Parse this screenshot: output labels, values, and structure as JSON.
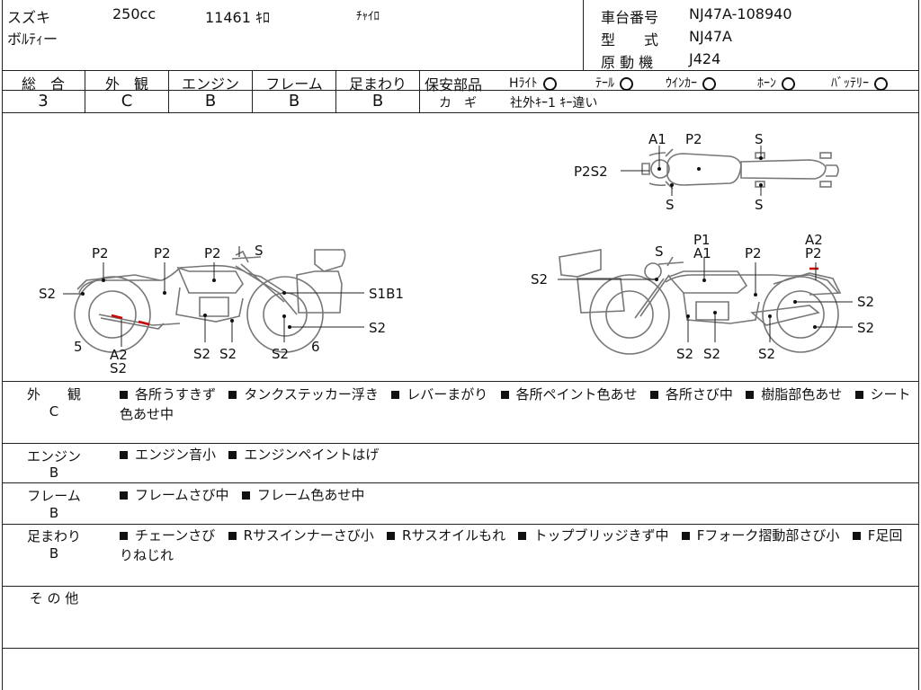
{
  "header": {
    "maker": "スズキ",
    "displacement": "250cc",
    "mileage": "11461 ｷﾛ",
    "color": "ﾁｬｲﾛ",
    "model_name": "ボﾙﾃｨー",
    "frame_no_label": "車台番号",
    "frame_no": "NJ47A-108940",
    "type_label": "型　　式",
    "type": "NJ47A",
    "engine_label": "原 動 機",
    "engine": "J424"
  },
  "grades": {
    "headers": [
      "総　合",
      "外　観",
      "エンジン",
      "フレーム",
      "足まわり"
    ],
    "values": [
      "3",
      "C",
      "B",
      "B",
      "B"
    ]
  },
  "safety": {
    "label": "保安部品",
    "items": [
      {
        "name": "Hﾗｲﾄ",
        "status": "circle"
      },
      {
        "name": "ﾃｰﾙ",
        "status": "circle"
      },
      {
        "name": "ｳｲﾝｶｰ",
        "status": "circle"
      },
      {
        "name": "ﾎｰﾝ",
        "status": "circle"
      },
      {
        "name": "ﾊﾞｯﾃﾘｰ",
        "status": "circle"
      }
    ],
    "key_label": "カ　ギ",
    "key_value": "社外ｷｰ1 ｷｰ違い"
  },
  "diagram_labels": {
    "top": [
      "A1",
      "P2",
      "S",
      "P2S2",
      "S",
      "S"
    ],
    "left": [
      "P2",
      "P2",
      "P2",
      "S",
      "S2",
      "S1B1",
      "S2",
      "5",
      "A2",
      "S2",
      "S2",
      "S2",
      "S2",
      "6"
    ],
    "right": [
      "S",
      "P1",
      "A1",
      "P2",
      "A2",
      "P2",
      "S2",
      "S2",
      "S2",
      "S2",
      "S2",
      "S2"
    ]
  },
  "sections": {
    "exterior": {
      "title": "外　　観",
      "grade": "C",
      "items": [
        "各所うすきず",
        "タンクステッカー浮き",
        "レバーまがり",
        "各所ペイント色あせ",
        "各所さび中",
        "樹脂部色あせ",
        "シート色あせ中"
      ]
    },
    "engine": {
      "title": "エンジン",
      "grade": "B",
      "items": [
        "エンジン音小",
        "エンジンペイントはげ"
      ]
    },
    "frame": {
      "title": "フレーム",
      "grade": "B",
      "items": [
        "フレームさび中",
        "フレーム色あせ中"
      ]
    },
    "suspension": {
      "title": "足まわり",
      "grade": "B",
      "items": [
        "チェーンさび",
        "Rサスインナーさび小",
        "Rサスオイルもれ",
        "トップブリッジきず中",
        "Fフォーク摺動部さび小",
        "F足回りねじれ"
      ]
    },
    "other": {
      "title": "そ の 他"
    }
  }
}
